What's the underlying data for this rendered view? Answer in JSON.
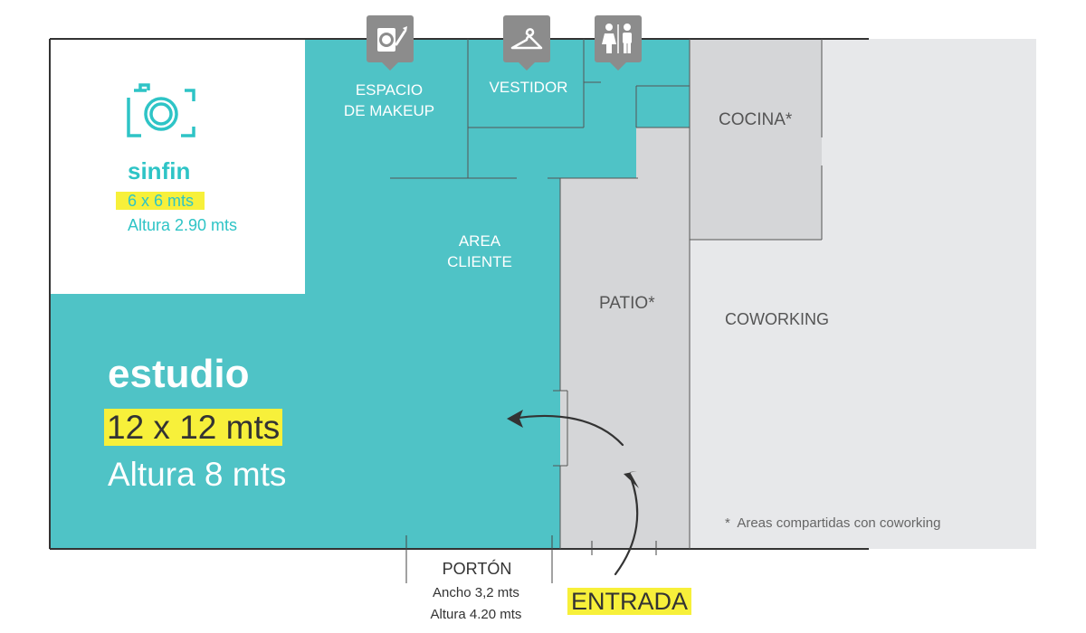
{
  "rooms": {
    "makeup": "ESPACIO\nDE MAKEUP",
    "vestidor": "VESTIDOR",
    "cocina": "COCINA*",
    "area_cliente": "AREA\nCLIENTE",
    "patio": "PATIO*",
    "coworking": "COWORKING"
  },
  "sinfin": {
    "name": "sinfin",
    "size": "6 x 6 mts",
    "height": "Altura 2.90 mts"
  },
  "estudio": {
    "name": "estudio",
    "size": "12 x 12 mts",
    "height": "Altura 8 mts"
  },
  "porton": {
    "title": "PORTÓN",
    "width": "Ancho 3,2 mts",
    "height": "Altura 4.20 mts"
  },
  "entrada": "ENTRADA",
  "note": "*  Areas compartidas con coworking",
  "icons": [
    "makeup-icon",
    "hanger-icon",
    "restroom-icon",
    "camera-icon"
  ],
  "colors": {
    "teal": "#4fc3c6",
    "grey_light": "#d5d6d8",
    "grey_lighter": "#e7e8ea",
    "highlight": "#f7f03a",
    "icon_grey": "#8c8c8c"
  }
}
